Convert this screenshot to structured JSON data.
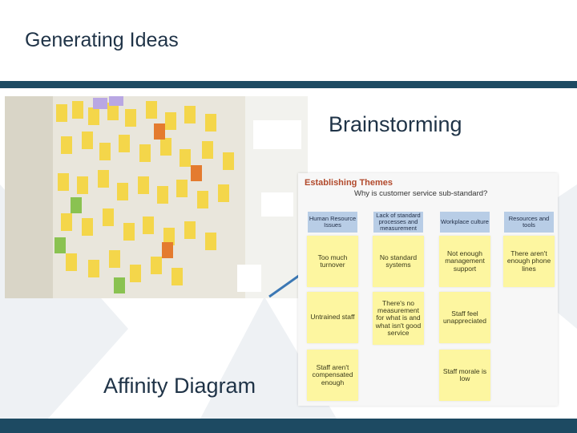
{
  "slide": {
    "title": "Generating Ideas",
    "brainstorming_label": "Brainstorming",
    "affinity_label": "Affinity Diagram"
  },
  "themes_panel": {
    "title": "Establishing Themes",
    "question": "Why is customer service sub-standard?",
    "columns": [
      {
        "header": "Human Resource Issues",
        "cards": [
          "Too much turnover",
          "Untrained staff",
          "Staff aren't compensated enough"
        ]
      },
      {
        "header": "Lack of standard processes and measurement",
        "cards": [
          "No standard systems",
          "There's no measurement for what is and what isn't good service"
        ]
      },
      {
        "header": "Workplace culture",
        "cards": [
          "Not enough management support",
          "Staff feel unappreciated",
          "Staff morale is low"
        ]
      },
      {
        "header": "Resources and tools",
        "cards": [
          "There aren't enough phone lines"
        ]
      }
    ]
  },
  "colors": {
    "bar": "#1d4a62",
    "title_text": "#1f3347",
    "panel_title": "#b24a2c",
    "header_bg": "#b8cde6",
    "card_bg": "#fdf6a0"
  }
}
